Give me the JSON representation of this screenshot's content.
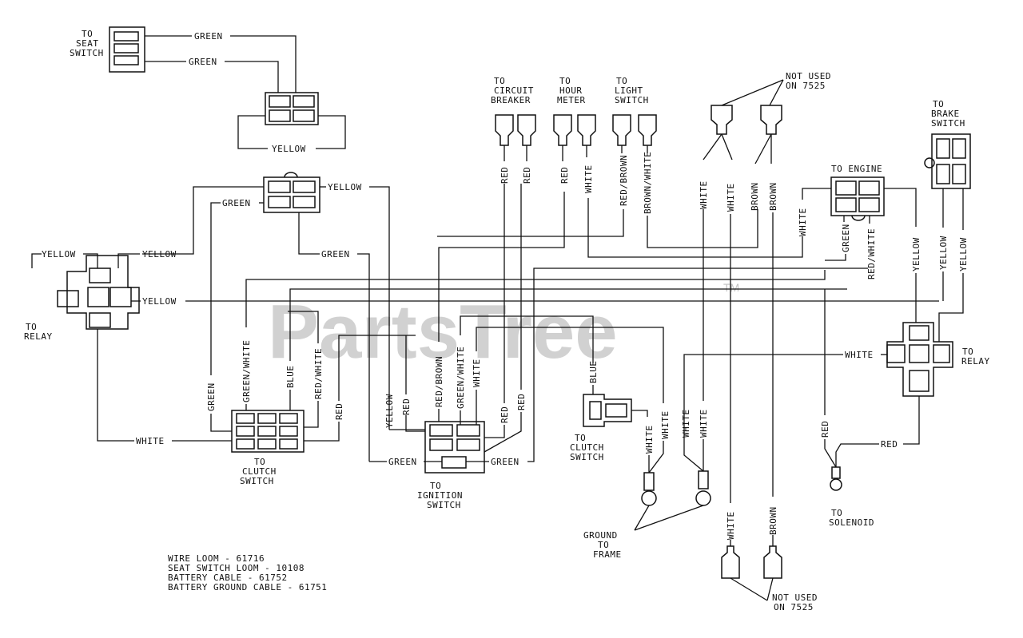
{
  "watermark": {
    "text": "PartsTree",
    "mark": "TM"
  },
  "callouts": {
    "seat_switch": [
      "TO",
      "SEAT",
      "SWITCH"
    ],
    "circuit_breaker": [
      "TO",
      "CIRCUIT",
      "BREAKER"
    ],
    "hour_meter": [
      "TO",
      "HOUR",
      "METER"
    ],
    "light_switch": [
      "TO",
      "LIGHT",
      "SWITCH"
    ],
    "not_used_top": [
      "NOT USED",
      "ON 7525"
    ],
    "brake_switch": [
      "TO",
      "BRAKE",
      "SWITCH"
    ],
    "engine": "TO ENGINE",
    "relay_left": [
      "TO",
      "RELAY"
    ],
    "relay_right": [
      "TO",
      "RELAY"
    ],
    "clutch_switch_left": [
      "TO",
      "CLUTCH",
      "SWITCH"
    ],
    "ignition_switch": [
      "TO",
      "IGNITION",
      "SWITCH"
    ],
    "clutch_switch_mid": [
      "TO",
      "CLUTCH",
      "SWITCH"
    ],
    "ground": [
      "GROUND",
      "TO",
      "FRAME"
    ],
    "solenoid": [
      "TO",
      "SOLENOID"
    ],
    "not_used_bottom": [
      "NOT USED",
      "ON 7525"
    ]
  },
  "legend": [
    "WIRE LOOM - 61716",
    "SEAT SWITCH LOOM - 10108",
    "BATTERY CABLE - 61752",
    "BATTERY GROUND CABLE - 61751"
  ],
  "wire_labels": {
    "green": "GREEN",
    "yellow": "YELLOW",
    "red": "RED",
    "white": "WHITE",
    "blue": "BLUE",
    "brown": "BROWN",
    "red_white": "RED/WHITE",
    "green_white": "GREEN/WHITE",
    "red_brown": "RED/BROWN",
    "brown_white": "BROWN/WHITE",
    "white_alt": "WHITE",
    "red_brown_top": "RED/BROWN"
  }
}
